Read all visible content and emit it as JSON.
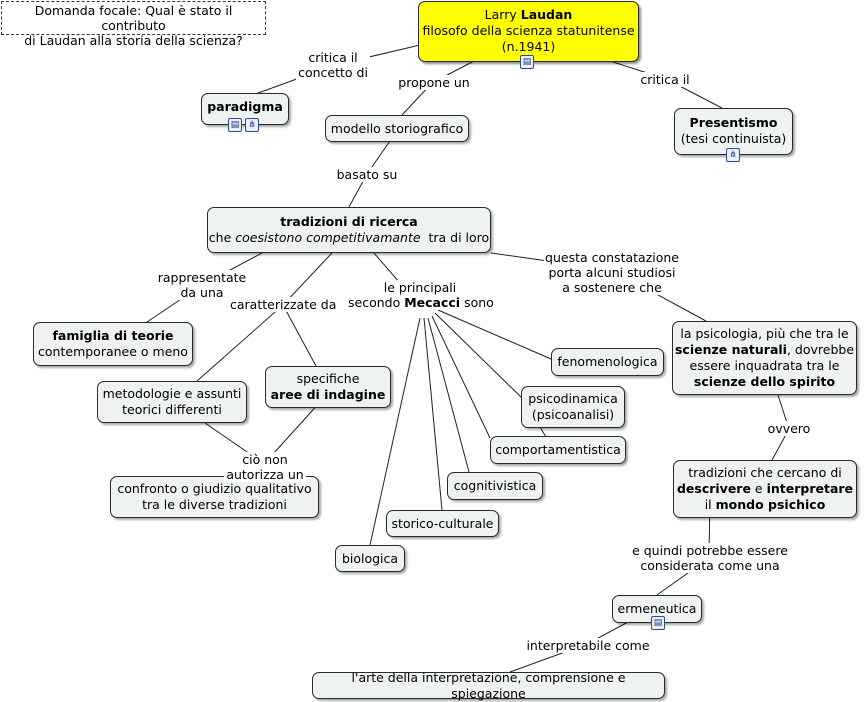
{
  "focal_question": {
    "line1": "Domanda focale: Qual è stato il contributo",
    "line2": "di Laudan alla storia della scienza?"
  },
  "nodes": {
    "laudan": {
      "pre": "Larry ",
      "bold": "Laudan",
      "line2": "filosofo della scienza statunitense",
      "line3": "(n.1941)"
    },
    "paradigma": {
      "bold": "paradigma"
    },
    "modello": {
      "text": "modello storiografico"
    },
    "presentismo": {
      "bold": "Presentismo",
      "line2": "(tesi continuista)"
    },
    "tradizioni": {
      "bold": "tradizioni di ricerca",
      "pre": "che ",
      "italic": "coesistono competitivamante",
      "post": "  tra di loro"
    },
    "famiglia": {
      "bold": "famiglia di teorie",
      "line2": "contemporanee o meno"
    },
    "metodologie": {
      "line1": "metodologie e assunti",
      "line2": "teorici differenti"
    },
    "aree": {
      "line1": "specifiche",
      "bold": "aree di indagine"
    },
    "confronto": {
      "line1": "confronto o giudizio qualitativo",
      "line2": "tra le diverse tradizioni"
    },
    "fenomenologica": {
      "text": "fenomenologica"
    },
    "psicodinamica": {
      "line1": "psicodinamica",
      "line2": "(psicoanalisi)"
    },
    "comportamentistica": {
      "text": "comportamentistica"
    },
    "cognitivistica": {
      "text": "cognitivistica"
    },
    "storico": {
      "text": "storico-culturale"
    },
    "biologica": {
      "text": "biologica"
    },
    "psicologia": {
      "line1": "la psicologia, più che tra le",
      "bold1": "scienze naturali",
      "post1": ", dovrebbe",
      "line3": "essere inquadrata tra le",
      "bold2": "scienze dello spirito"
    },
    "descrivere": {
      "line1": "tradizioni che cercano di",
      "bold1": "descrivere",
      "mid": " e ",
      "bold2": "interpretare",
      "pre3": "il ",
      "bold3": "mondo psichico"
    },
    "ermeneutica": {
      "text": "ermeneutica"
    },
    "arte": {
      "text": "l'arte della interpretazione, comprensione e spiegazione"
    }
  },
  "link_labels": {
    "critica_concetto": {
      "line1": "critica il",
      "line2": "concetto di"
    },
    "propone": {
      "text": "propone un"
    },
    "critica_il": {
      "text": "critica il"
    },
    "basato": {
      "text": "basato su"
    },
    "rappresentate": {
      "line1": "rappresentate",
      "line2": "da una"
    },
    "caratterizzate": {
      "text": "caratterizzate da"
    },
    "principali": {
      "line1": "le principali",
      "pre2": "secondo ",
      "bold2": "Mecacci",
      "post2": " sono"
    },
    "constatazione": {
      "line1": "questa constatazione",
      "line2": "porta alcuni studiosi",
      "line3": "a sostenere che"
    },
    "non_autorizza": {
      "line1": "ciò non",
      "line2": "autorizza un"
    },
    "ovvero": {
      "text": "ovvero"
    },
    "quindi": {
      "line1": "e quindi potrebbe essere",
      "line2": "considerata come una"
    },
    "interpretabile": {
      "text": "interpretabile come"
    }
  },
  "colors": {
    "node_fill": "#eef2f2",
    "main_fill": "#ffff00",
    "border": "#2a2a2a",
    "icon": "#2b4f8f"
  },
  "icons": {
    "document": "document-icon",
    "concept_map": "concept-map-icon"
  }
}
